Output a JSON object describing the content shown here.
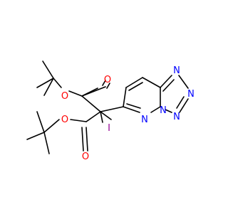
{
  "molecule": {
    "atom_labels": {
      "o_ester_upper_carbonyl": "O",
      "o_ester_upper_ether": "O",
      "o_ester_lower_ether": "O",
      "o_ester_lower_carbonyl": "O",
      "iodine": "I",
      "n_pyridazine": "N",
      "n_bridgehead": "N",
      "n_tetrazole_1": "N",
      "n_tetrazole_2": "N",
      "n_tetrazole_3": "N"
    },
    "colors": {
      "bond": "#000000",
      "oxygen": "#FF0000",
      "nitrogen": "#0000FF",
      "iodine": "#940094"
    }
  }
}
